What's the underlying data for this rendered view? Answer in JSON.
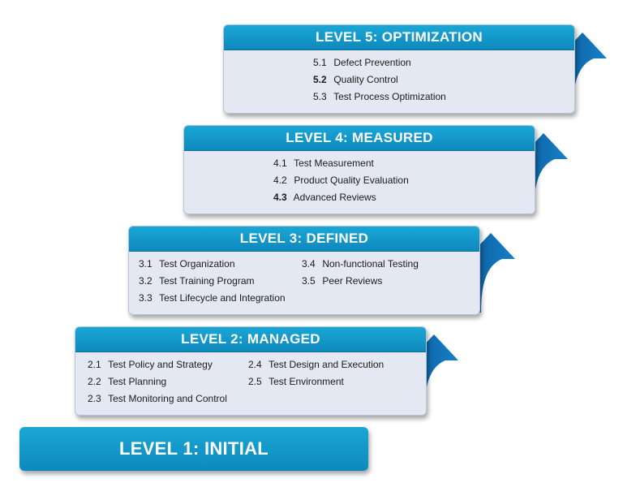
{
  "levels": {
    "level5": {
      "title": "LEVEL 5: OPTIMIZATION",
      "items": [
        {
          "num": "5.1",
          "label": "Defect Prevention"
        },
        {
          "num": "5.2",
          "label": "Quality Control"
        },
        {
          "num": "5.3",
          "label": "Test Process Optimization"
        }
      ]
    },
    "level4": {
      "title": "LEVEL 4: MEASURED",
      "items": [
        {
          "num": "4.1",
          "label": "Test Measurement"
        },
        {
          "num": "4.2",
          "label": "Product Quality Evaluation"
        },
        {
          "num": "4.3",
          "label": "Advanced Reviews"
        }
      ]
    },
    "level3": {
      "title": "LEVEL 3: DEFINED",
      "items": [
        {
          "num": "3.1",
          "label": "Test Organization"
        },
        {
          "num": "3.2",
          "label": "Test Training Program"
        },
        {
          "num": "3.3",
          "label": "Test Lifecycle and Integration"
        },
        {
          "num": "3.4",
          "label": "Non-functional Testing"
        },
        {
          "num": "3.5",
          "label": "Peer Reviews"
        }
      ]
    },
    "level2": {
      "title": "LEVEL 2: MANAGED",
      "items": [
        {
          "num": "2.1",
          "label": "Test Policy and Strategy"
        },
        {
          "num": "2.2",
          "label": "Test Planning"
        },
        {
          "num": "2.3",
          "label": "Test Monitoring and Control"
        },
        {
          "num": "2.4",
          "label": "Test Design and Execution"
        },
        {
          "num": "2.5",
          "label": "Test Environment"
        }
      ]
    },
    "level1": {
      "title": "LEVEL 1: INITIAL"
    }
  },
  "colors": {
    "header_blue": "#1aa7d6",
    "arrow_blue": "#0d6fb5",
    "arrow_dark": "#0a4f8a",
    "panel_bg": "#e3e8f2"
  },
  "icons": [
    "curved-up-arrow-icon"
  ]
}
